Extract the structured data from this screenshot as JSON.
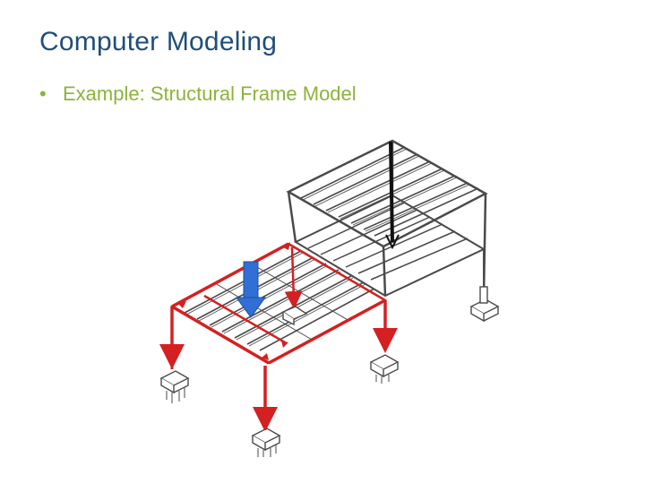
{
  "slide": {
    "title": "Computer Modeling",
    "bullets": [
      {
        "marker": "•",
        "text": "Example: Structural Frame Model"
      }
    ]
  },
  "figure": {
    "subject": "structural-frame-model",
    "colors": {
      "frame": "#4a4a4a",
      "load_path": "#d42020",
      "applied_load": "#2f6fd6",
      "title": "#1f4e79",
      "bullet": "#8db33a"
    }
  }
}
